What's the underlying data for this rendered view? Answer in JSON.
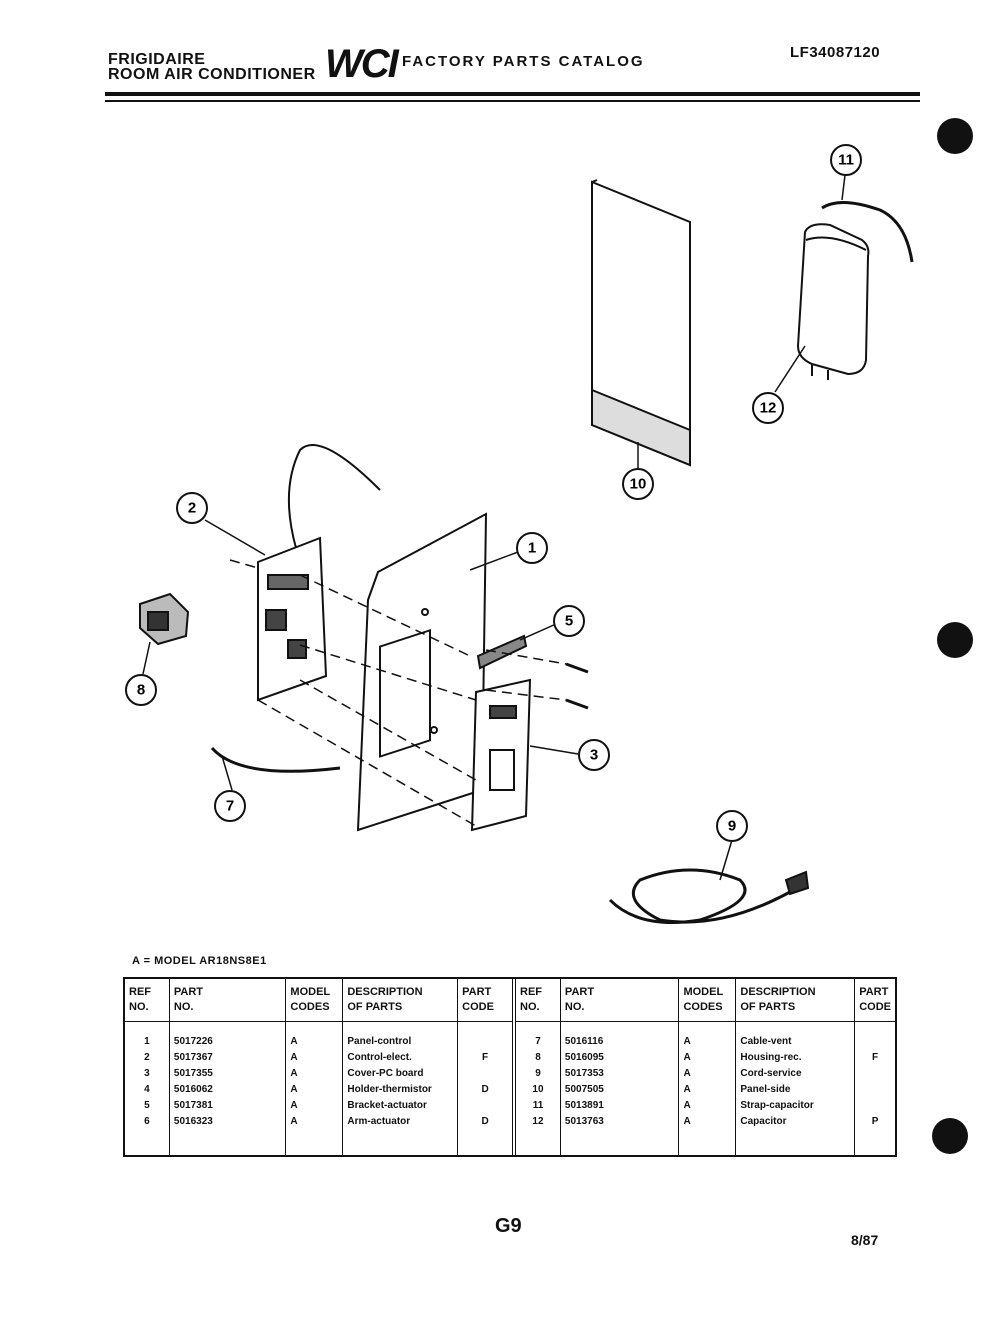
{
  "header": {
    "brand_line1": "FRIGIDAIRE",
    "brand_line2": "ROOM AIR CONDITIONER",
    "logo": "WCI",
    "catalog_title": "FACTORY PARTS CATALOG",
    "catalog_code": "LF34087120"
  },
  "diagram": {
    "callouts": [
      "1",
      "2",
      "3",
      "5",
      "7",
      "8",
      "9",
      "10",
      "11",
      "12"
    ]
  },
  "model_note": "A = MODEL AR18NS8E1",
  "table": {
    "headers": {
      "ref": [
        "REF",
        "NO."
      ],
      "part": [
        "PART",
        "NO."
      ],
      "model": [
        "MODEL",
        "CODES"
      ],
      "desc": [
        "DESCRIPTION",
        "OF PARTS"
      ],
      "code": [
        "PART",
        "CODE"
      ]
    },
    "left": {
      "ref": [
        "1",
        "2",
        "3",
        "4",
        "5",
        "6"
      ],
      "part": [
        "5017226",
        "5017367",
        "5017355",
        "5016062",
        "5017381",
        "5016323"
      ],
      "model": [
        "A",
        "A",
        "A",
        "A",
        "A",
        "A"
      ],
      "desc": [
        "Panel-control",
        "Control-elect.",
        "Cover-PC board",
        "Holder-thermistor",
        "Bracket-actuator",
        "Arm-actuator"
      ],
      "code": [
        "",
        "F",
        "",
        "D",
        "",
        "D"
      ]
    },
    "right": {
      "ref": [
        "7",
        "8",
        "9",
        "10",
        "11",
        "12"
      ],
      "part": [
        "5016116",
        "5016095",
        "5017353",
        "5007505",
        "5013891",
        "5013763"
      ],
      "model": [
        "A",
        "A",
        "A",
        "A",
        "A",
        "A"
      ],
      "desc": [
        "Cable-vent",
        "Housing-rec.",
        "Cord-service",
        "Panel-side",
        "Strap-capacitor",
        "Capacitor"
      ],
      "code": [
        "",
        "F",
        "",
        "",
        "",
        "P"
      ]
    }
  },
  "footer": {
    "page_id": "G9",
    "date": "8/87"
  }
}
